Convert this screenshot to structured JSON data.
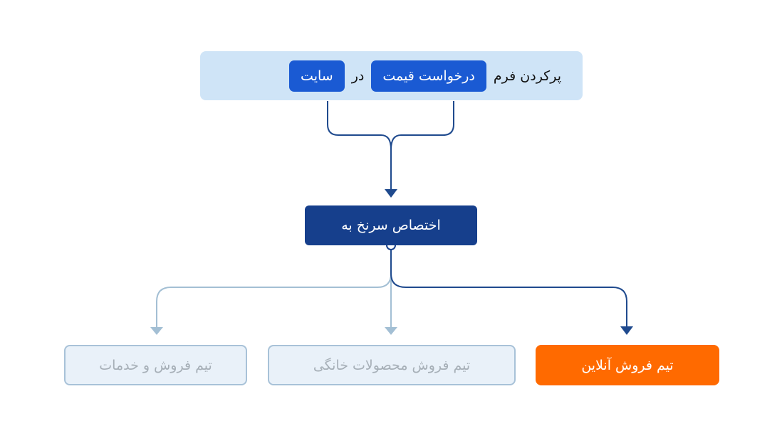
{
  "top": {
    "prefix": "پرکردن فرم",
    "chip_form": "درخواست قیمت",
    "middle": "در",
    "chip_site": "سایت"
  },
  "assign": {
    "label": "اختصاص سرنخ به"
  },
  "teams": [
    {
      "label": "تیم فروش آنلاین",
      "active": true
    },
    {
      "label": "تیم فروش محصولات خانگی",
      "active": false
    },
    {
      "label": "تیم فروش و خدمات",
      "active": false
    }
  ],
  "colors": {
    "active": "#ff6a00",
    "primary": "#163f8c",
    "inactive_line": "#a3bfd4"
  }
}
